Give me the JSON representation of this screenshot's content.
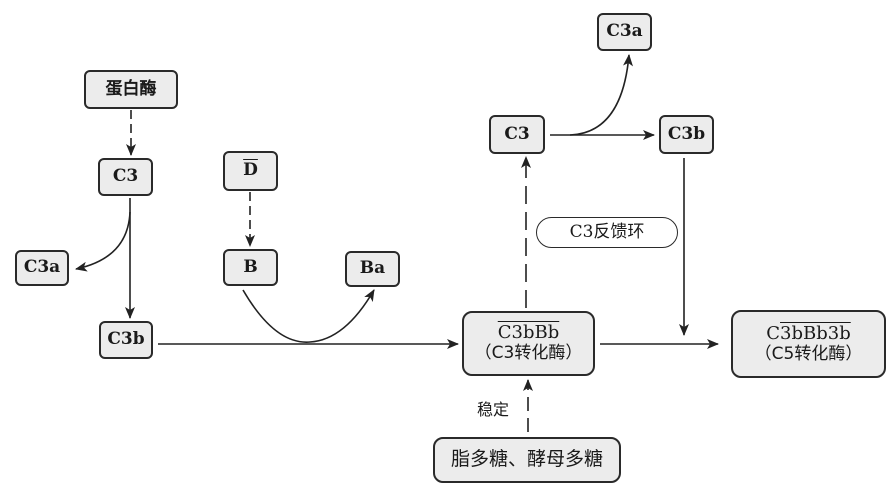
{
  "nodes": {
    "protease": "蛋白酶",
    "c3_left": "C3",
    "c3a_left": "C3a",
    "c3b_left": "C3b",
    "d_bar": "D",
    "b": "B",
    "ba": "Ba",
    "c3_right": "C3",
    "c3a_top": "C3a",
    "c3b_right": "C3b",
    "feedback_loop": "C3反馈环",
    "c3_convertase": {
      "formula_prefix": "",
      "formula_overline": "C3bBb",
      "name": "（C3转化酶）"
    },
    "c5_convertase": {
      "formula_prefix": "C",
      "formula_overline": "3bBb3b",
      "name": "（C5转化酶）"
    },
    "polysaccharides": "脂多糖、酵母多糖"
  },
  "labels": {
    "stabilize": "稳定"
  },
  "colors": {
    "node_fill": "#ececec",
    "stroke": "#2a2a2a"
  }
}
